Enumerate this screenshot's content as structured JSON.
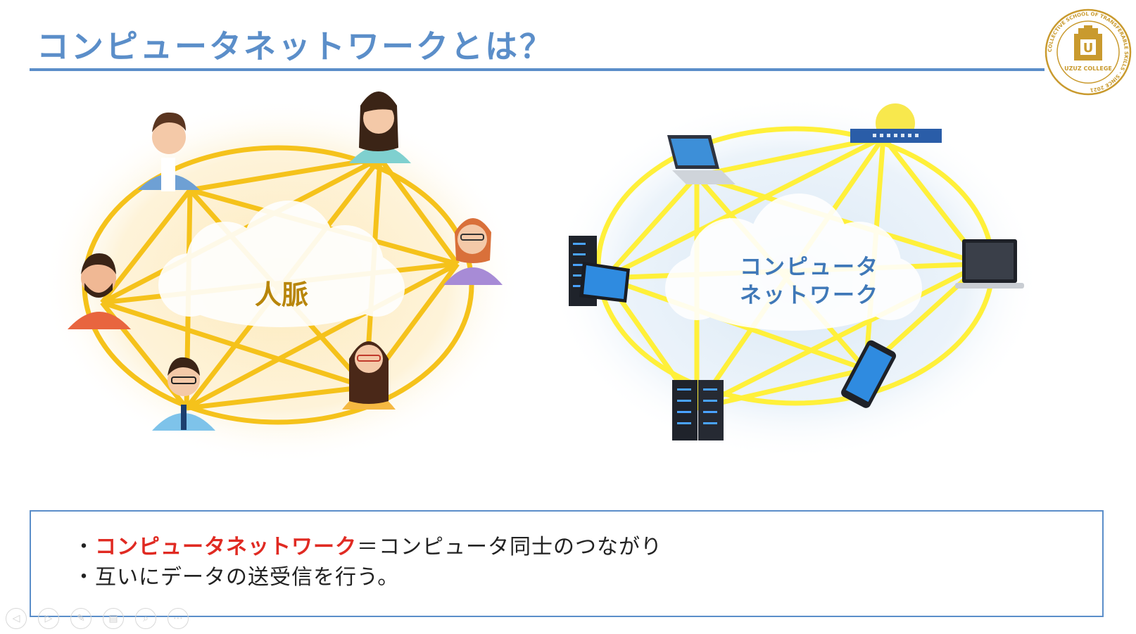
{
  "slide": {
    "title": "コンピュータネットワークとは？"
  },
  "logo": {
    "ring_text": "COLLECTIVE SCHOOL OF TRANSFERABLE SKILLS · SINCE 2021",
    "brand": "UZUZ COLLEGE",
    "letter": "U",
    "color": "#c99a2e"
  },
  "left_diagram": {
    "cloud_label": "人脈",
    "people_icons": [
      "man-blazer-icon",
      "woman-ponytail-icon",
      "woman-glasses-red-hair-icon",
      "man-beard-icon",
      "woman-glasses-icon",
      "man-glasses-tie-icon"
    ]
  },
  "right_diagram": {
    "cloud_label_line1": "コンピュータ",
    "cloud_label_line2": "ネットワーク",
    "device_icons": [
      "laptop-icon",
      "network-switch-icon",
      "server-with-monitor-icon",
      "laptop-dark-icon",
      "server-rack-icon",
      "smartphone-icon"
    ]
  },
  "summary": {
    "bullet1_marker": "・",
    "bullet1_highlight": "コンピュータネットワーク",
    "bullet1_rest": "＝コンピュータ同士のつながり",
    "bullet2_marker": "・",
    "bullet2_text": "互いにデータの送受信を行う。"
  },
  "player_controls": [
    "prev-icon",
    "next-icon",
    "pen-icon",
    "slides-icon",
    "zoom-icon",
    "more-icon"
  ],
  "colors": {
    "accent_blue": "#5b8ec9",
    "highlight_red": "#e02a22",
    "link_yellow_human": "#f5c21b",
    "link_yellow_network": "#fff03a"
  }
}
